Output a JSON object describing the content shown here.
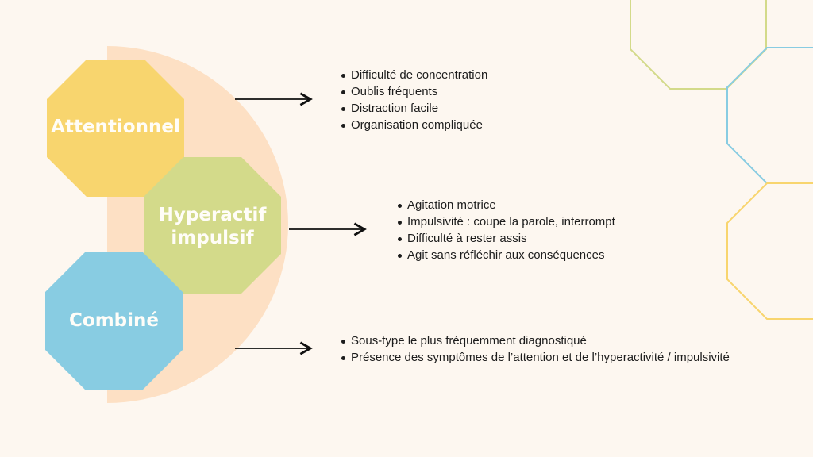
{
  "colors": {
    "background": "#fdf7f0",
    "half_circle": "#fde0c4",
    "attentionnel": "#f8d56e",
    "hyperactif": "#d3da8a",
    "combine": "#88cce2",
    "arrow": "#111111"
  },
  "types": [
    {
      "name": "Attentionnel",
      "symptoms": [
        "Difficulté de concentration",
        "Oublis fréquents",
        "Distraction facile",
        "Organisation compliquée"
      ]
    },
    {
      "name_line1": "Hyperactif",
      "name_line2": "impulsif",
      "symptoms": [
        "Agitation motrice",
        "Impulsivité : coupe la parole, interrompt",
        "Difficulté à rester assis",
        "Agit sans réfléchir aux conséquences"
      ]
    },
    {
      "name": "Combiné",
      "symptoms": [
        "Sous-type le plus fréquemment diagnostiqué",
        "Présence des symptômes de l’attention et de l’hyperactivité / impulsivité"
      ]
    }
  ]
}
